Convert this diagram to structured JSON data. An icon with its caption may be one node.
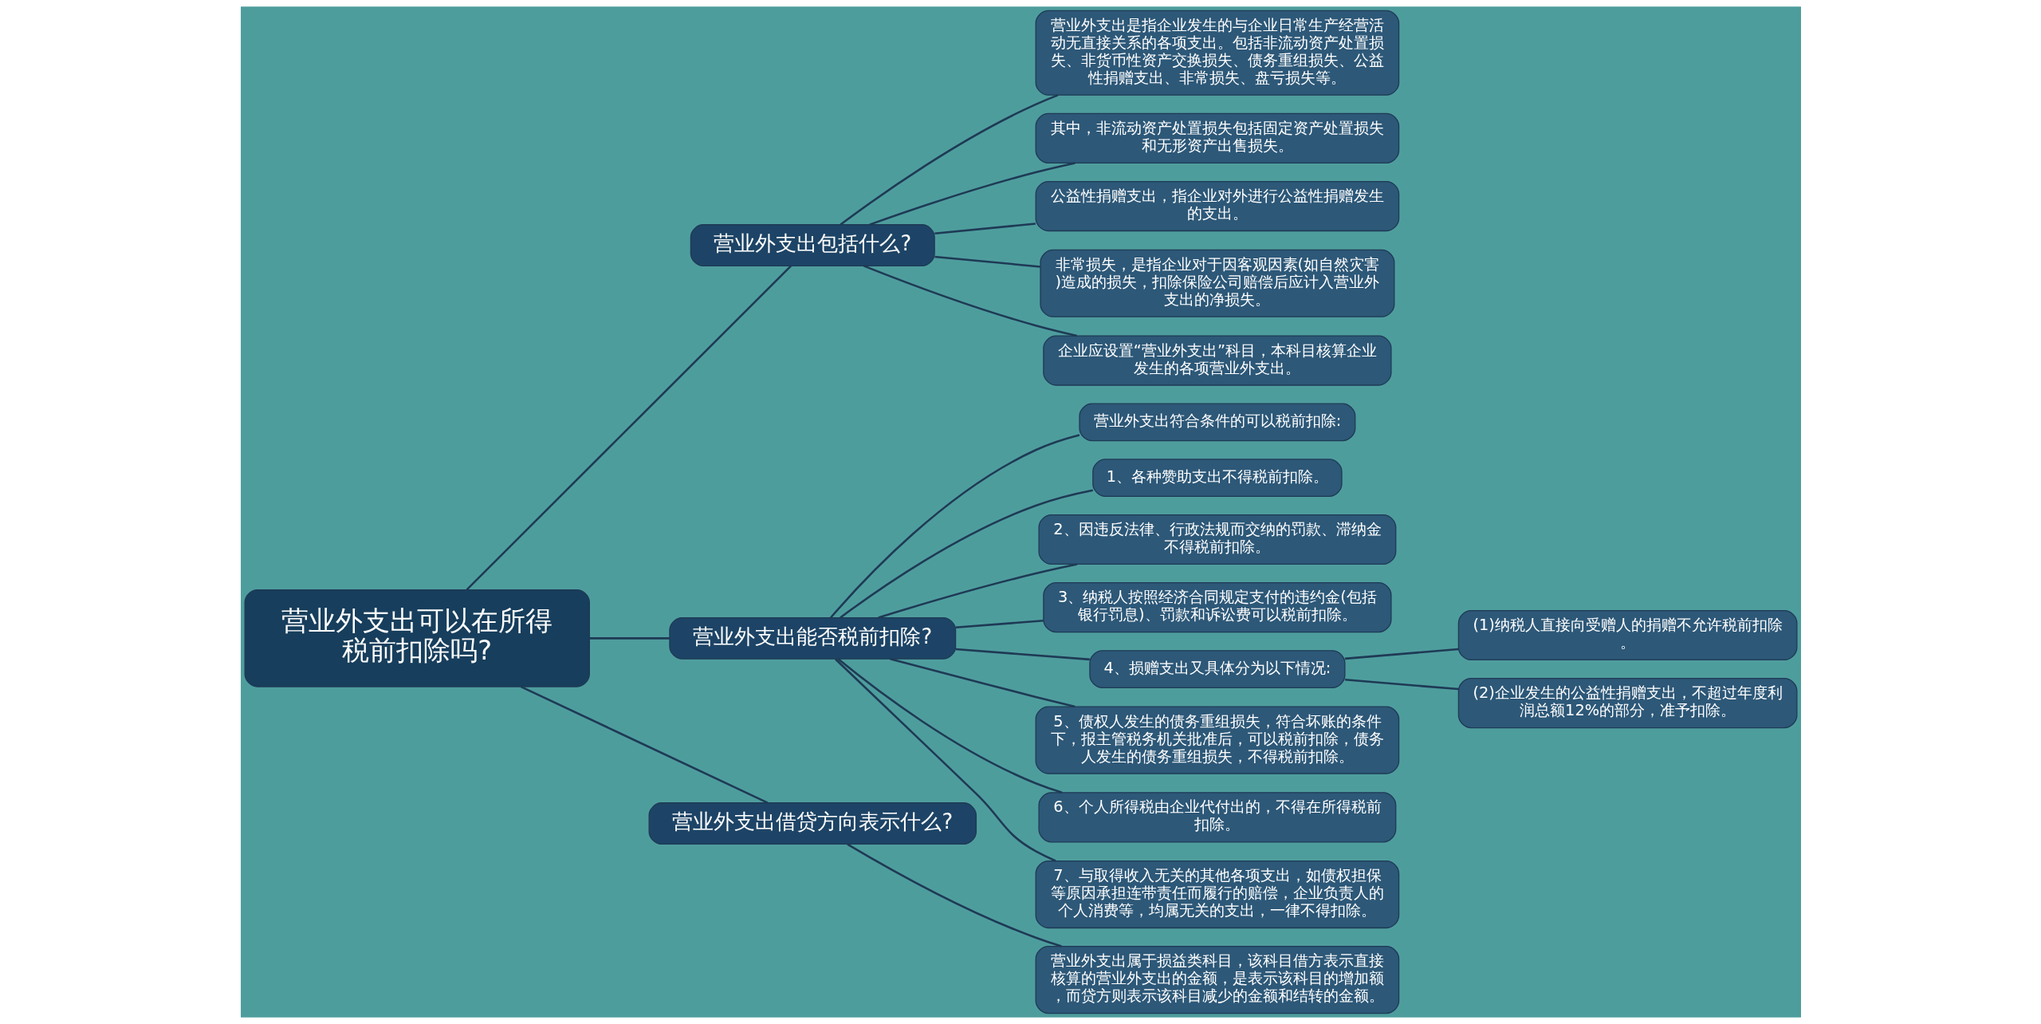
{
  "diagram": {
    "nodes": [
      {
        "text": [
          "营业外支出可以在所得税前扣除吗?"
        ]
      },
      {
        "text": [
          "营业外支出包括什么?"
        ]
      },
      {
        "text": [
          "营业外支出是指企业发生的与企业日常生产经营活动无直接关系的各项支出。包括非流动资产处置损失、非货币性资产交换损失、债务重组损失、公益性捐赠支出、非常损失、盘亏损失等。"
        ]
      },
      {
        "text": [
          "其中，非流动资产处置损失包括固定资产处置损失和无形资产出售损失。"
        ]
      },
      {
        "text": [
          "公益性捐赠支出，指企业对外进行公益性捐赠发生的支出。"
        ]
      },
      {
        "text": [
          "非常损失，是指企业对于因客观因素(如自然灾害)造成的损失，扣除保险公司赔偿后应计入营业外支出的净损失。"
        ]
      },
      {
        "text": [
          "企业应设置“营业外支出”科目，本科目核算企业发生的各项营业外支出。"
        ]
      },
      {
        "text": [
          "营业外支出能否税前扣除?"
        ]
      },
      {
        "text": [
          "营业外支出符合条件的可以税前扣除:"
        ]
      },
      {
        "text": [
          "1、各种赞助支出不得税前扣除。"
        ]
      },
      {
        "text": [
          "2、因违反法律、行政法规而交纳的罚款、滞纳金不得税前扣除。"
        ]
      },
      {
        "text": [
          "3、纳税人按照经济合同规定支付的违约金(包括银行罚息)、罚款和诉讼费可以税前扣除。"
        ]
      },
      {
        "text": [
          "4、损赠支出又具体分为以下情况:"
        ]
      },
      {
        "text": [
          "(1)纳税人直接向受赠人的捐赠不允许税前扣除。"
        ]
      },
      {
        "text": [
          "(2)企业发生的公益性捐赠支出，不超过年度利润总额12%的部分，准予扣除。"
        ]
      },
      {
        "text": [
          "5、债权人发生的债务重组损失，符合坏账的条件下，报主管税务机关批准后，可以税前扣除，债务人发生的债务重组损失，不得税前扣除。"
        ]
      },
      {
        "text": [
          "6、个人所得税由企业代付出的，不得在所得税前扣除。"
        ]
      },
      {
        "text": [
          "7、与取得收入无关的其他各项支出，如债权担保等原因承担连带责任而履行的赔偿，企业负责人的个人消费等，均属无关的支出，一律不得扣除。"
        ]
      },
      {
        "text": [
          "营业外支出借贷方向表示什么?"
        ]
      },
      {
        "text": [
          "营业外支出属于损益类科目，该科目借方表示直接核算的营业外支出的金额，是表示该科目的增加额，而贷方则表示该科目减少的金额和结转的金额。"
        ]
      }
    ],
    "edges": [
      {
        "from": 0,
        "to": 1,
        "arrow": "none"
      },
      {
        "from": 1,
        "to": 2,
        "arrow": "none"
      },
      {
        "from": 1,
        "to": 3,
        "arrow": "none"
      },
      {
        "from": 1,
        "to": 4,
        "arrow": "none"
      },
      {
        "from": 1,
        "to": 5,
        "arrow": "none"
      },
      {
        "from": 1,
        "to": 6,
        "arrow": "none"
      },
      {
        "from": 0,
        "to": 7,
        "arrow": "none"
      },
      {
        "from": 7,
        "to": 8,
        "arrow": "none"
      },
      {
        "from": 7,
        "to": 9,
        "arrow": "none"
      },
      {
        "from": 7,
        "to": 10,
        "arrow": "none"
      },
      {
        "from": 7,
        "to": 11,
        "arrow": "none"
      },
      {
        "from": 7,
        "to": 12,
        "arrow": "none"
      },
      {
        "from": 12,
        "to": 13,
        "arrow": "none"
      },
      {
        "from": 12,
        "to": 14,
        "arrow": "none"
      },
      {
        "from": 7,
        "to": 15,
        "arrow": "none"
      },
      {
        "from": 7,
        "to": 16,
        "arrow": "none"
      },
      {
        "from": 7,
        "to": 17,
        "arrow": "none"
      },
      {
        "from": 0,
        "to": 18,
        "arrow": "none"
      },
      {
        "from": 18,
        "to": 19,
        "arrow": "none"
      }
    ]
  }
}
